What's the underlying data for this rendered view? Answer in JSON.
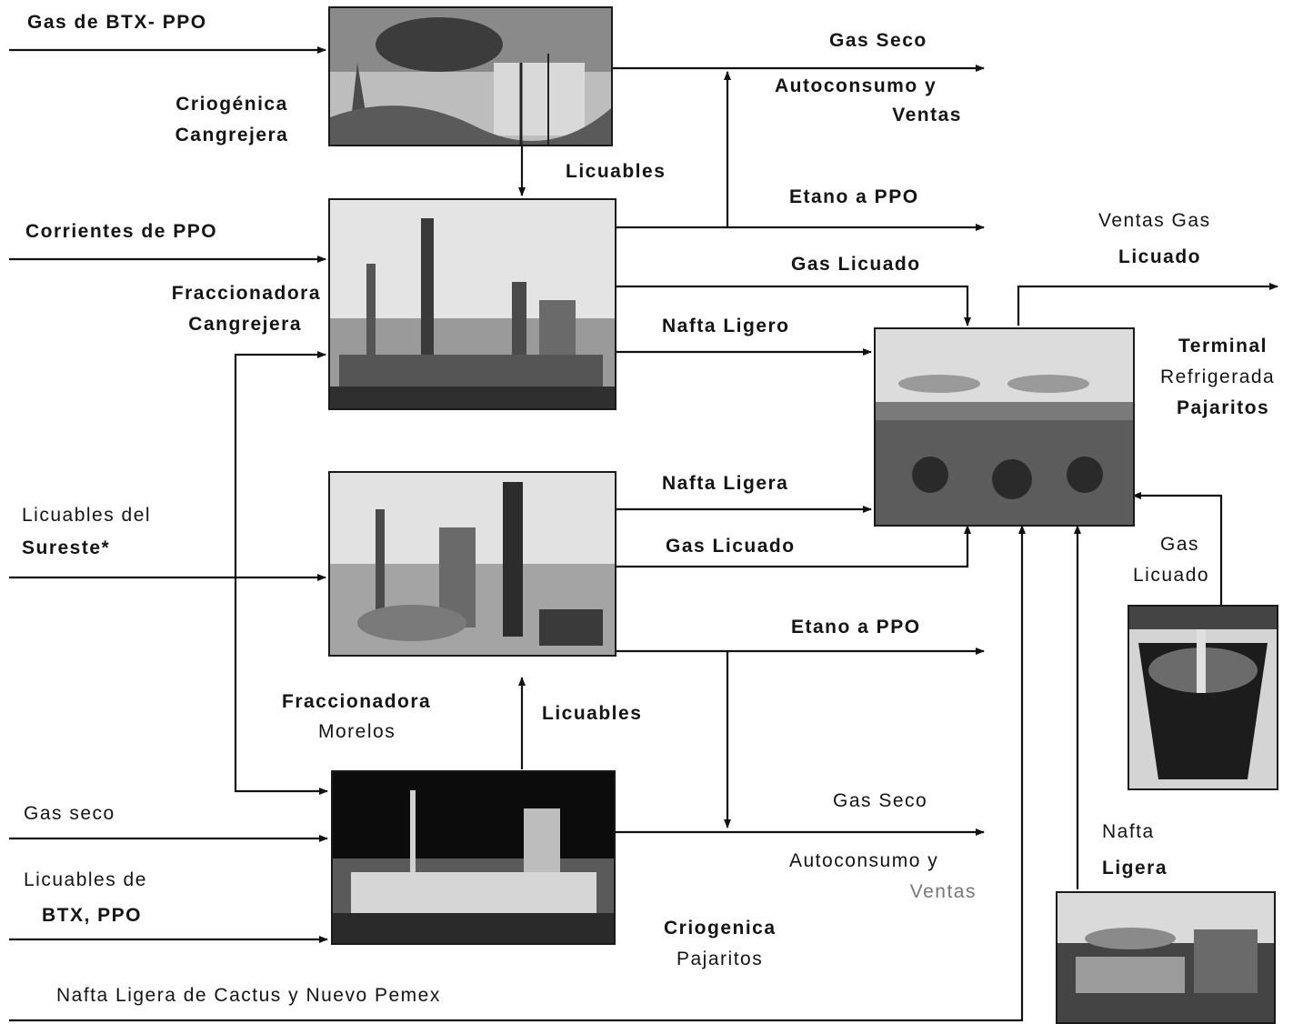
{
  "plants": {
    "criogenica_cangrejera": {
      "line1": "Criogénica",
      "line2": "Cangrejera"
    },
    "fraccionadora_cangrejera": {
      "line1": "Fraccionadora",
      "line2": "Cangrejera"
    },
    "fraccionadora_morelos": {
      "line1": "Fraccionadora",
      "line2": "Morelos"
    },
    "criogenica_pajaritos": {
      "line1": "Criogenica",
      "line2": "Pajaritos"
    },
    "terminal_refrigerada": {
      "line1": "Terminal",
      "line2": "Refrigerada",
      "line3": "Pajaritos"
    }
  },
  "inputs": {
    "gas_btx_ppo": "Gas de BTX- PPO",
    "corrientes_ppo": "Corrientes de PPO",
    "licuables_sureste_1": "Licuables del",
    "licuables_sureste_2": "Sureste*",
    "gas_seco_in": "Gas seco",
    "licuables_btx_1": "Licuables de",
    "licuables_btx_2": "BTX, PPO",
    "nafta_cactus": "Nafta Ligera de Cactus y Nuevo Pemex"
  },
  "flows": {
    "gas_seco_top": "Gas Seco",
    "autoconsumo_top_1": "Autoconsumo y",
    "autoconsumo_top_2": "Ventas",
    "licuables_top": "Licuables",
    "etano_top": "Etano a PPO",
    "gas_licuado_top": "Gas Licuado",
    "nafta_ligero": "Nafta Ligero",
    "ventas_gas_1": "Ventas Gas",
    "ventas_gas_2": "Licuado",
    "nafta_ligera_mid": "Nafta Ligera",
    "gas_licuado_mid": "Gas Licuado",
    "etano_mid": "Etano a PPO",
    "licuables_mid": "Licuables",
    "gas_seco_bottom": "Gas Seco",
    "autoconsumo_bottom_1": "Autoconsumo y",
    "autoconsumo_bottom_2": "Ventas",
    "gas_licuado_right_1": "Gas",
    "gas_licuado_right_2": "Licuado",
    "nafta_right_1": "Nafta",
    "nafta_right_2": "Ligera"
  }
}
